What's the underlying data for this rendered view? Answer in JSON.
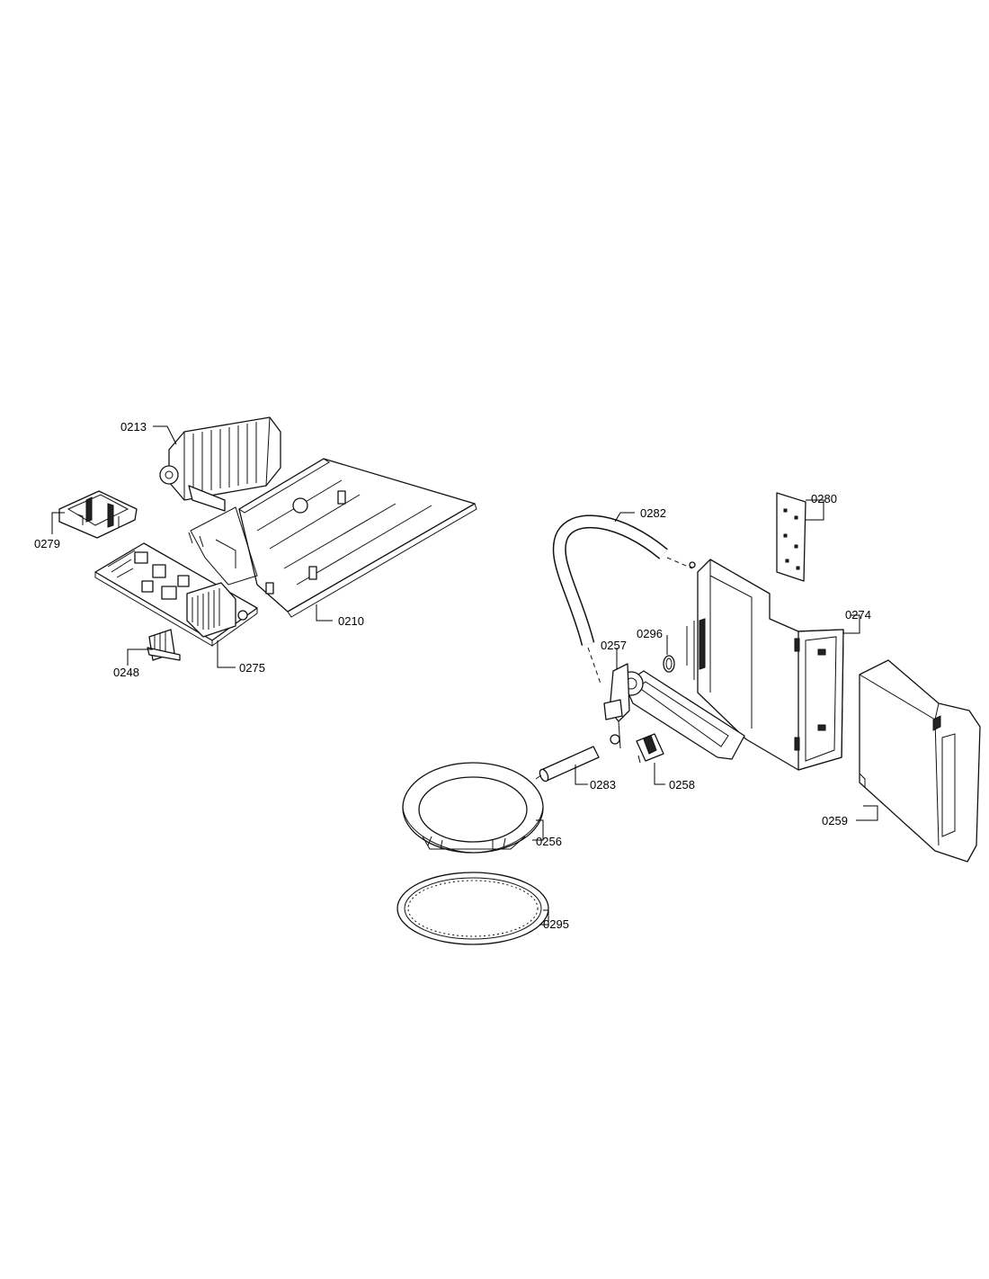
{
  "labels": {
    "p0213": "0213",
    "p0279": "0279",
    "p0210": "0210",
    "p0275": "0275",
    "p0248": "0248",
    "p0282": "0282",
    "p0280": "0280",
    "p0274": "0274",
    "p0296": "0296",
    "p0257": "0257",
    "p0283": "0283",
    "p0258": "0258",
    "p0256": "0256",
    "p0259": "0259",
    "p0295": "0295"
  }
}
